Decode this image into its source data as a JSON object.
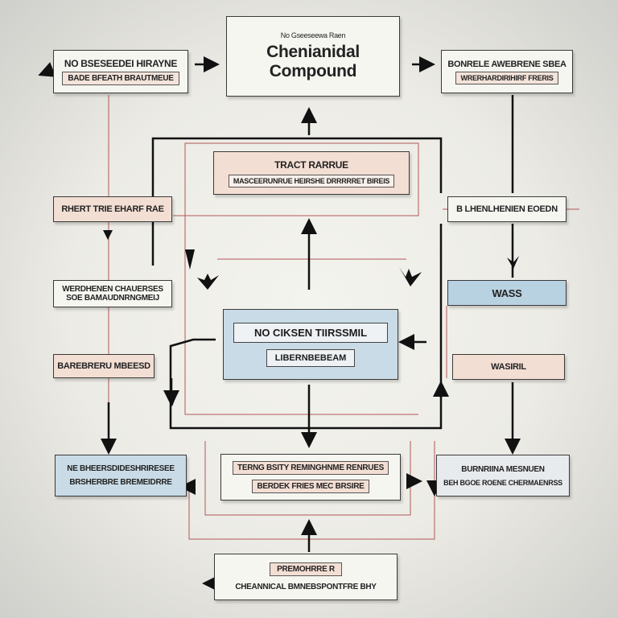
{
  "title_box": {
    "header": "No Gseeseewa Raen",
    "line1": "Chenianidal",
    "line2": "Compound"
  },
  "left_column": {
    "top": {
      "line1": "NO BSESEEDEI HIRAYNE",
      "line2": "BADE BFEATH BRAUTMEUE"
    },
    "mid1": {
      "line1": "RHERT TRIE EHARF  RAE"
    },
    "mid2": {
      "line1": "WERDHENEN CHAUERSES",
      "line2": "SOE BAMAUDNRNGMEIJ"
    },
    "mid3": {
      "line1": "BAREBRERU MBEESD"
    },
    "bottom": {
      "line1": "NE BHEERSDIDESHRIRESEE",
      "line2": "BRSHERBRE  BREMEIDRRE"
    }
  },
  "right_column": {
    "top": {
      "line1": "BONRELE AWEBRENE SBEA",
      "line2": "WRERHARDIRIHIRF FRERIS"
    },
    "mid1": {
      "line1": "B  LHENLHENIEN EOEDN"
    },
    "mid2": {
      "line1": "WASS"
    },
    "mid3": {
      "line1": "WASIRIL"
    },
    "bottom": {
      "line1": "BURNRIINA MESNUEN",
      "line2": "BEH  BGOE  ROENE CHERMAENRSS"
    }
  },
  "center": {
    "upper": {
      "line1": "TRACT RARRUE",
      "line2": "MASCEERUNRUE HEIRSHE DRRRRRET BIREIS"
    },
    "core": {
      "line1": "NO CIKSEN TIIRSSMIL",
      "line2": "LIBERNBEBEAM"
    },
    "lower": {
      "line1": "TERNG BSITY REMINGHNME RENRUES",
      "line2": "BERDEK FRIES MEC BRSIRE"
    },
    "bottom": {
      "line1": "PREMOHRRE  R",
      "line2": "CHEANNICAL BMNEBSPONTFRE BHY"
    }
  },
  "colors": {
    "pink": "#f3ded4",
    "blue": "#c9dbe6",
    "line": "#111111",
    "thin": "#b04a4a"
  }
}
